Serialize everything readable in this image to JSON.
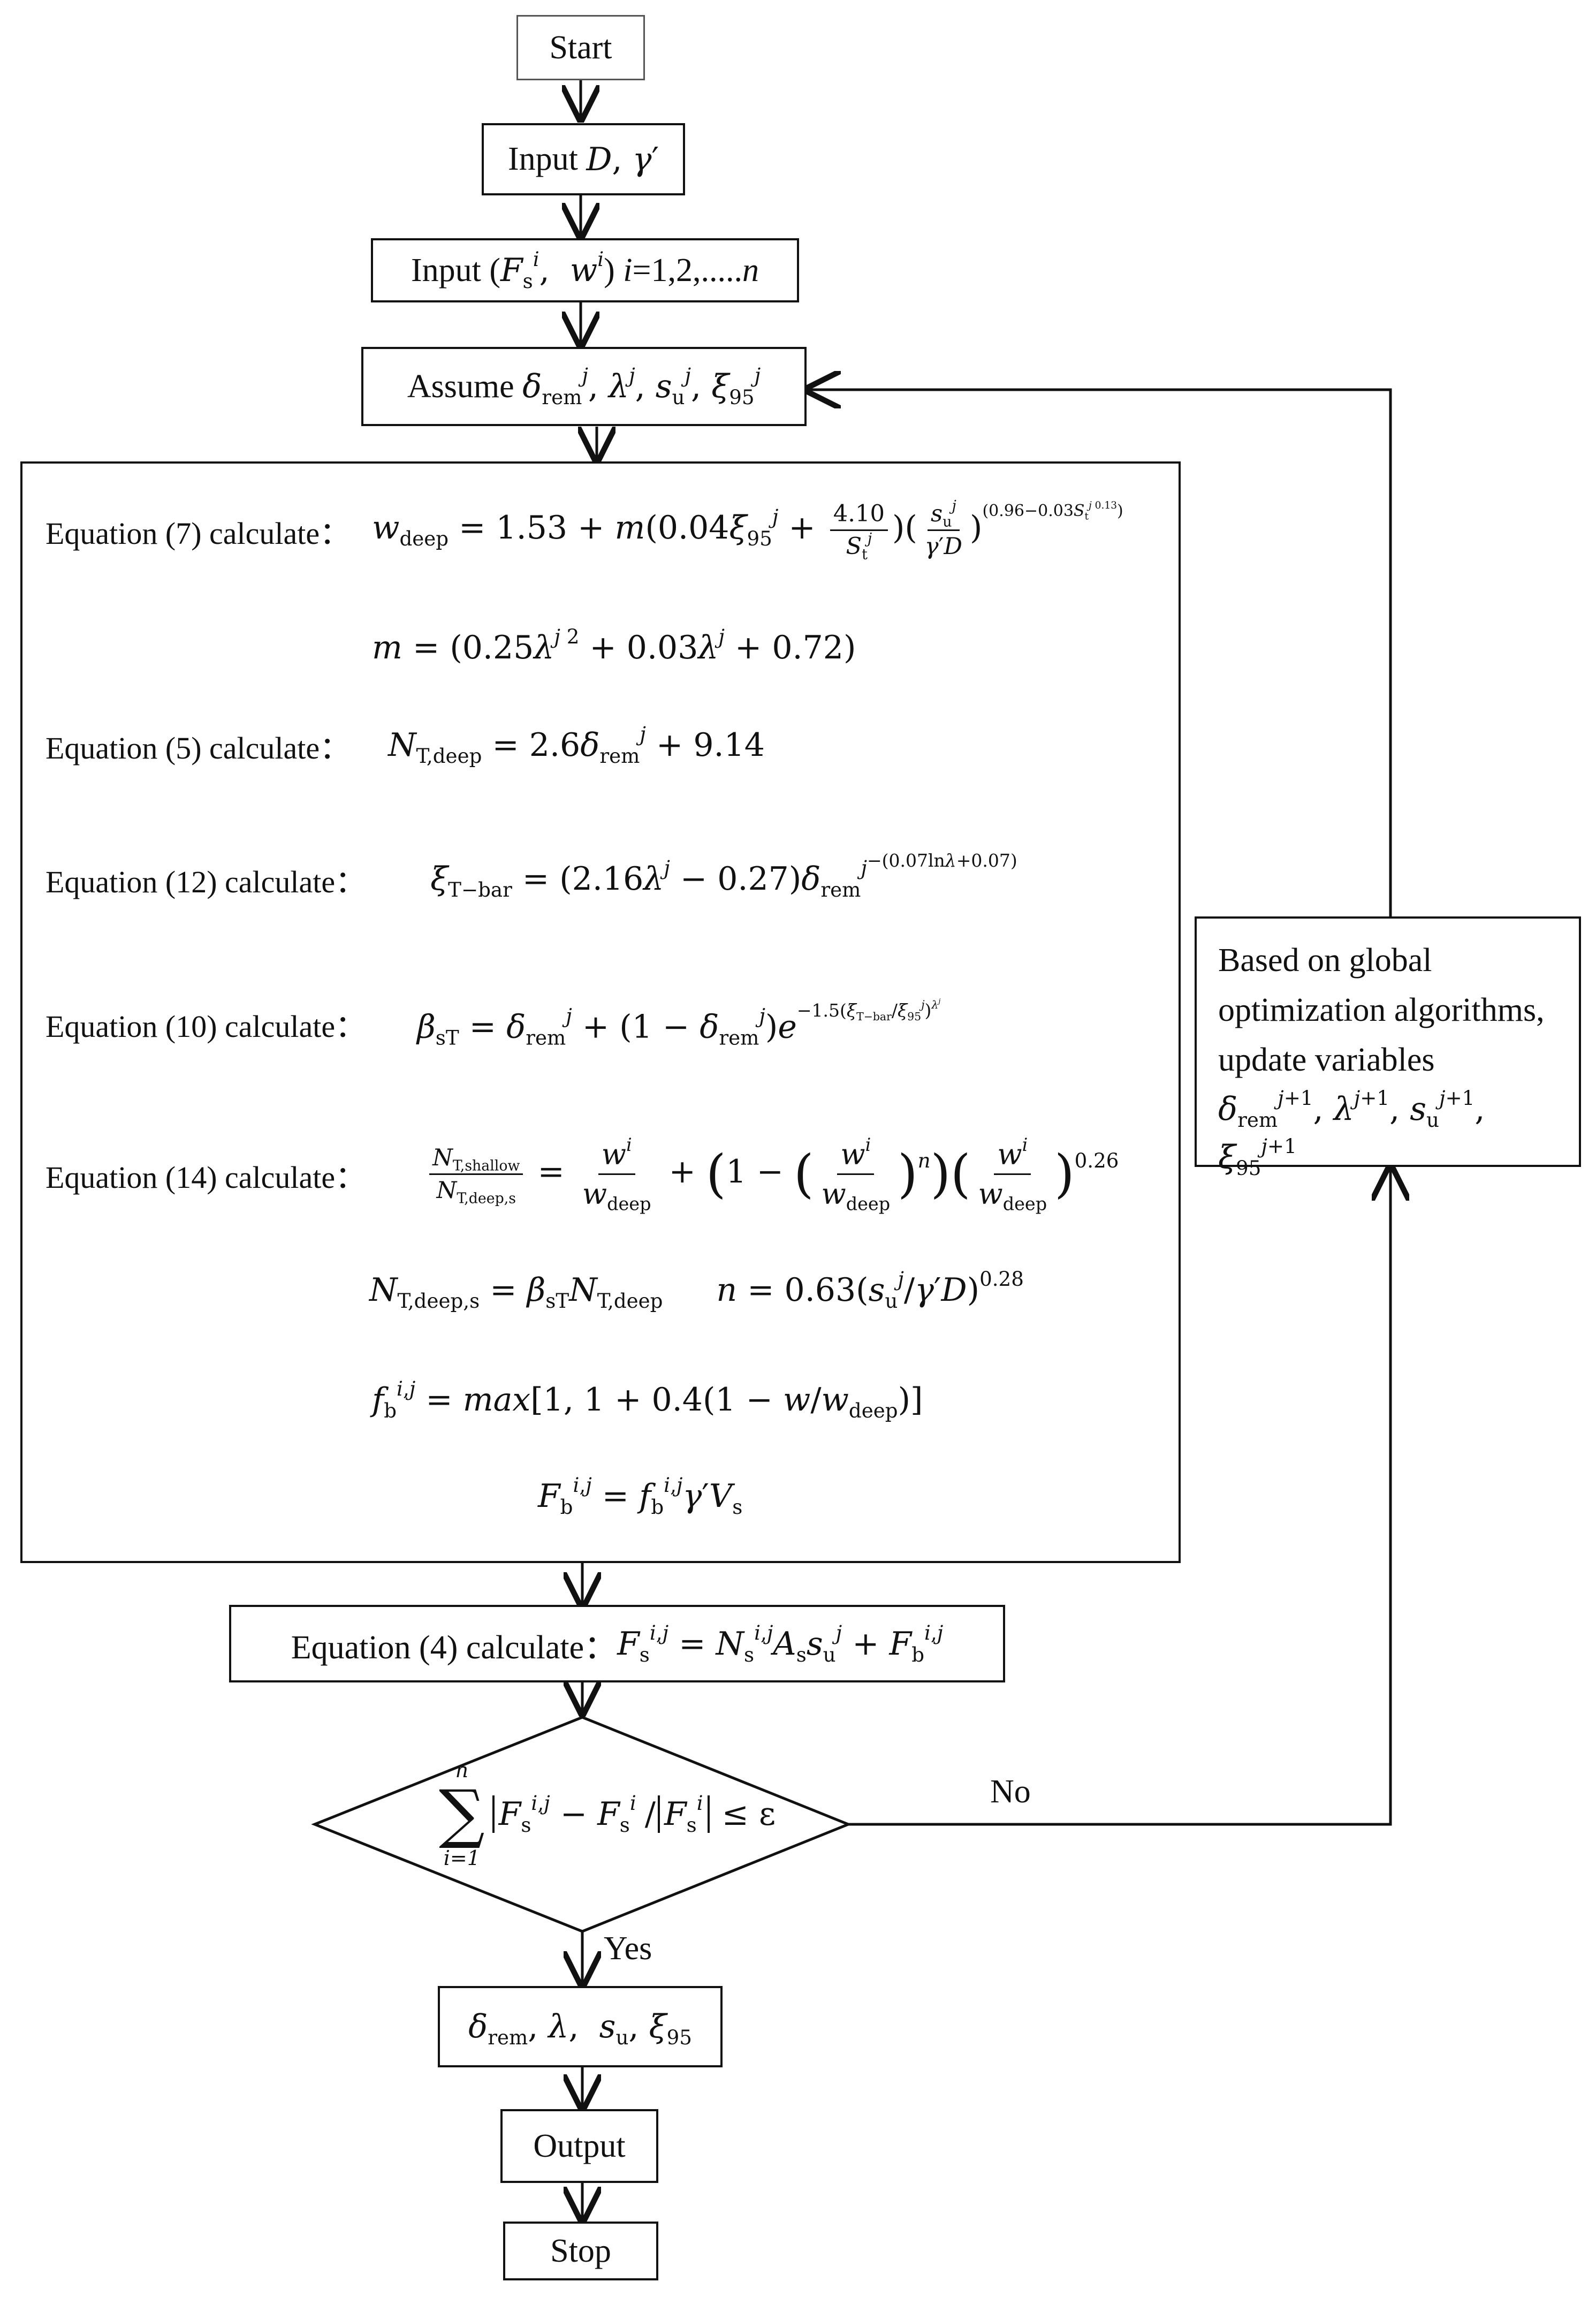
{
  "nodes": {
    "start": "Start",
    "input_d_gamma": {
      "prefix": "Input ",
      "vars": "D, γ′"
    },
    "input_fs_w": {
      "prefix": "Input (",
      "vars": "F",
      "w": "w",
      "range": " i=1,2,.....n"
    },
    "assume": {
      "prefix": "Assume "
    },
    "eq4": {
      "label": "Equation (4) calculate："
    },
    "decision": {
      "rhs": "≤ ε"
    },
    "result": {
      "text": "δrem, λ, su, ξ95"
    },
    "output": "Output",
    "stop": "Stop",
    "update": {
      "line1": "Based on global",
      "line2": "optimization algorithms,",
      "line3": "update variables"
    }
  },
  "big_box": {
    "eq7_label": "Equation (7) calculate：",
    "eq5_label": "Equation (5) calculate：",
    "eq12_label": "Equation (12) calculate：",
    "eq10_label": "Equation (10) calculate：",
    "eq14_label": "Equation (14) calculate："
  },
  "edges": {
    "no_label": "No",
    "yes_label": "Yes"
  }
}
